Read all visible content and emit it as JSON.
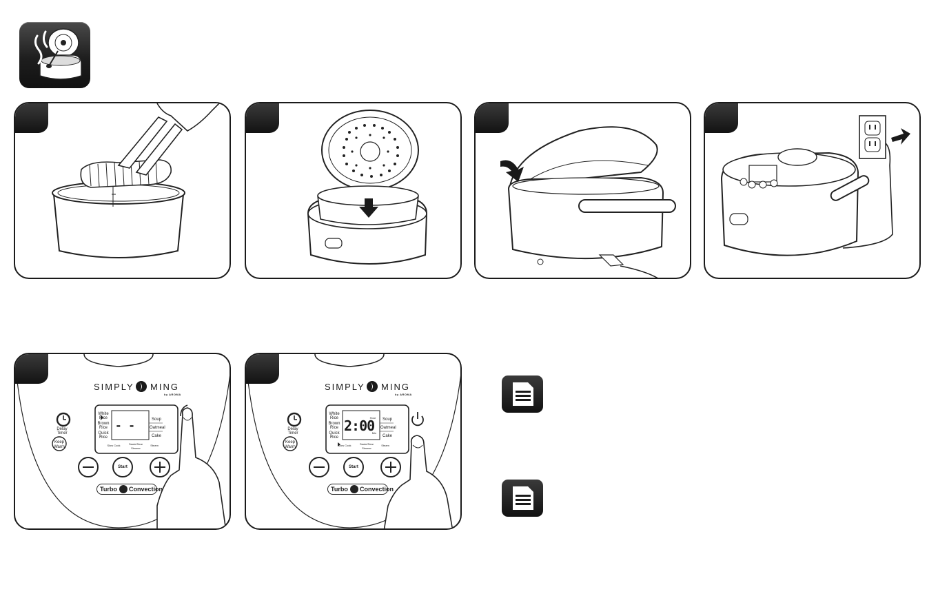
{
  "steps": [
    {
      "id": 1,
      "label": ""
    },
    {
      "id": 2,
      "label": ""
    },
    {
      "id": 3,
      "label": ""
    },
    {
      "id": 4,
      "label": ""
    },
    {
      "id": 5,
      "label": ""
    },
    {
      "id": 6,
      "label": ""
    }
  ],
  "control_panel": {
    "brand_left": "SIMPLY",
    "brand_right": "MING",
    "brand_sub": "by AROMA",
    "delay_timer": "Delay Timer",
    "keep_warm_line1": "Keep",
    "keep_warm_line2": "Warm",
    "menu_left": [
      "White Rice",
      "Brown Rice",
      "Quick Rice"
    ],
    "menu_right": [
      "Soup",
      "Oatmeal",
      "Cake"
    ],
    "menu_bottom": [
      "Slow Cook",
      "Saute/Sear Simmer",
      "Steam"
    ],
    "start": "Start",
    "turbo": "Turbo",
    "convection": "Convection",
    "lcd_hour": "Hour",
    "lcd_min": "Min",
    "lcd_time": "2:00",
    "lcd_blank": "- -"
  },
  "icons": {
    "header": "cooker-steam-icon",
    "note": "note-document-icon",
    "power": "power-icon"
  },
  "colors": {
    "dark": "#1a1a1a",
    "badge": "#1e1e1e"
  }
}
